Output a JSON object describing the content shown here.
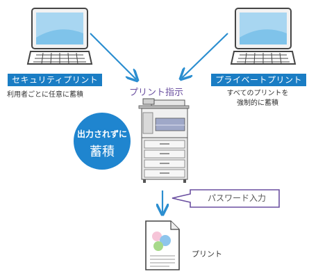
{
  "left_pc": {
    "label": "セキュリティプリント",
    "caption": "利用者ごとに任意に蓄積"
  },
  "right_pc": {
    "label": "プライベートプリント",
    "caption_line1": "すべてのプリントを",
    "caption_line2": "強制的に蓄積"
  },
  "print_instruction": "プリント指示",
  "storage_badge": {
    "line1": "出力されずに",
    "line2": "蓄積"
  },
  "password_callout": "パスワード入力",
  "output_label": "プリント",
  "colors": {
    "label_blue": "#1a7dc4",
    "arrow_blue": "#2b8ed0",
    "badge_blue": "#1f85cf",
    "instruction_purple": "#6a4fa0"
  }
}
